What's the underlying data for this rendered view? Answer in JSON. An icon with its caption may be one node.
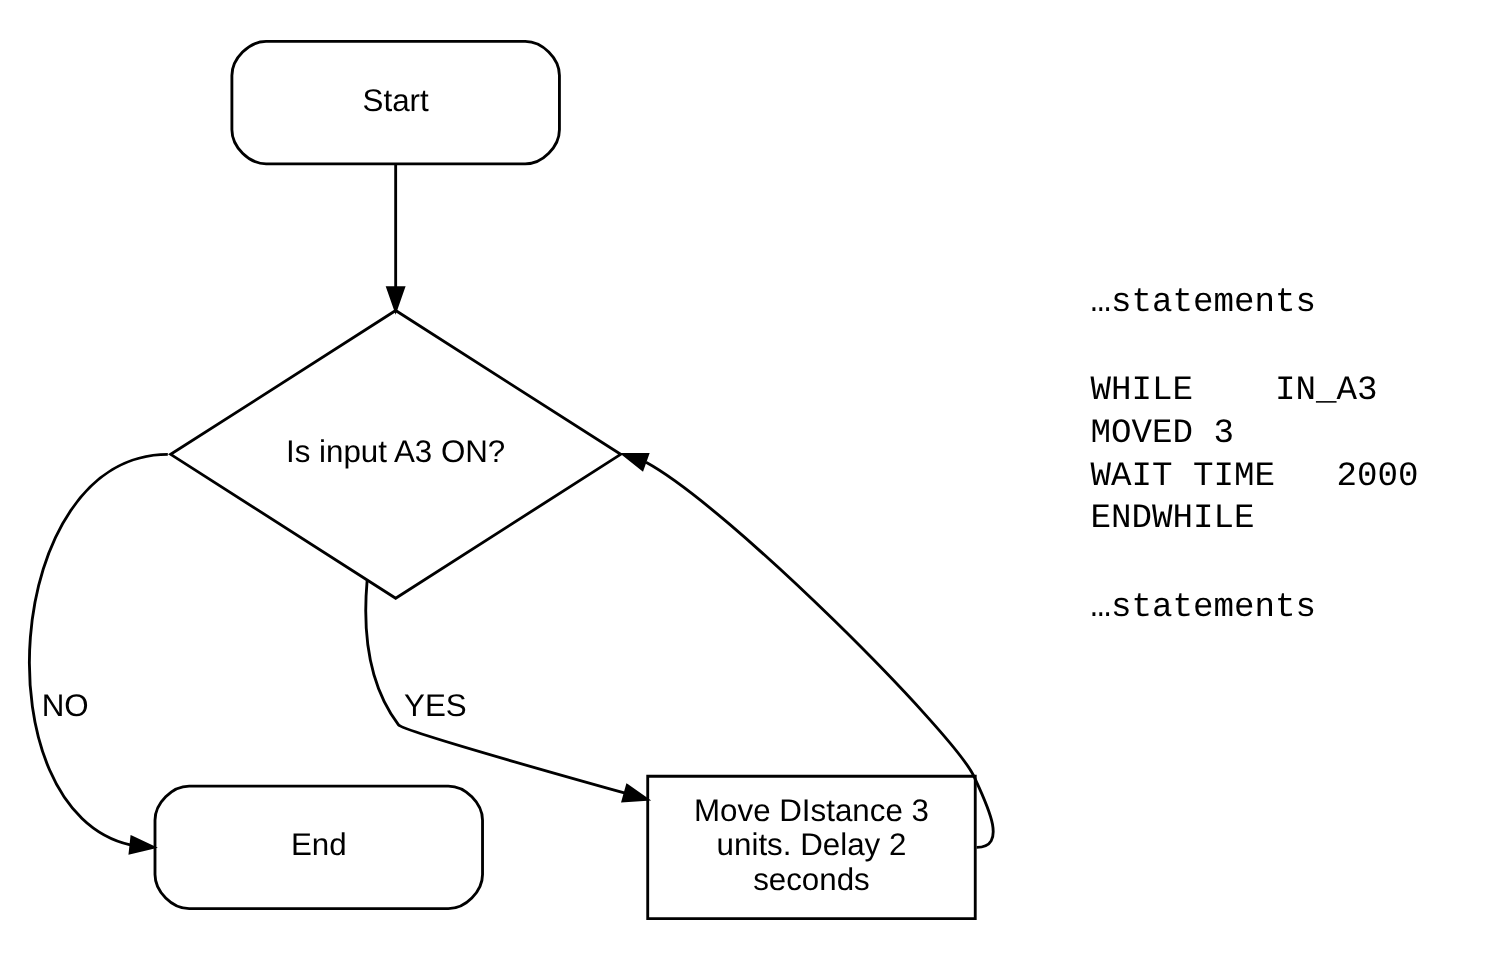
{
  "diagram": {
    "nodes": [
      {
        "text": [
          "Start"
        ]
      },
      {
        "text": [
          "Is input A3 ON?"
        ]
      },
      {
        "text": [
          "Move DIstance 3 units. Delay 2 seconds"
        ]
      },
      {
        "text": [
          "End"
        ]
      }
    ],
    "edges": [
      {
        "from": 0,
        "to": 1,
        "arrow": "to"
      },
      {
        "from": 1,
        "to": 2,
        "arrow": "to",
        "label": "YES"
      },
      {
        "from": 1,
        "to": 3,
        "arrow": "to",
        "label": "NO"
      },
      {
        "from": 2,
        "to": 1,
        "arrow": "to"
      }
    ],
    "labels": [
      "…statements",
      "WHILE    IN_A3",
      "MOVED 3",
      "WAIT TIME   2000",
      "ENDWHILE",
      "…statements"
    ]
  }
}
